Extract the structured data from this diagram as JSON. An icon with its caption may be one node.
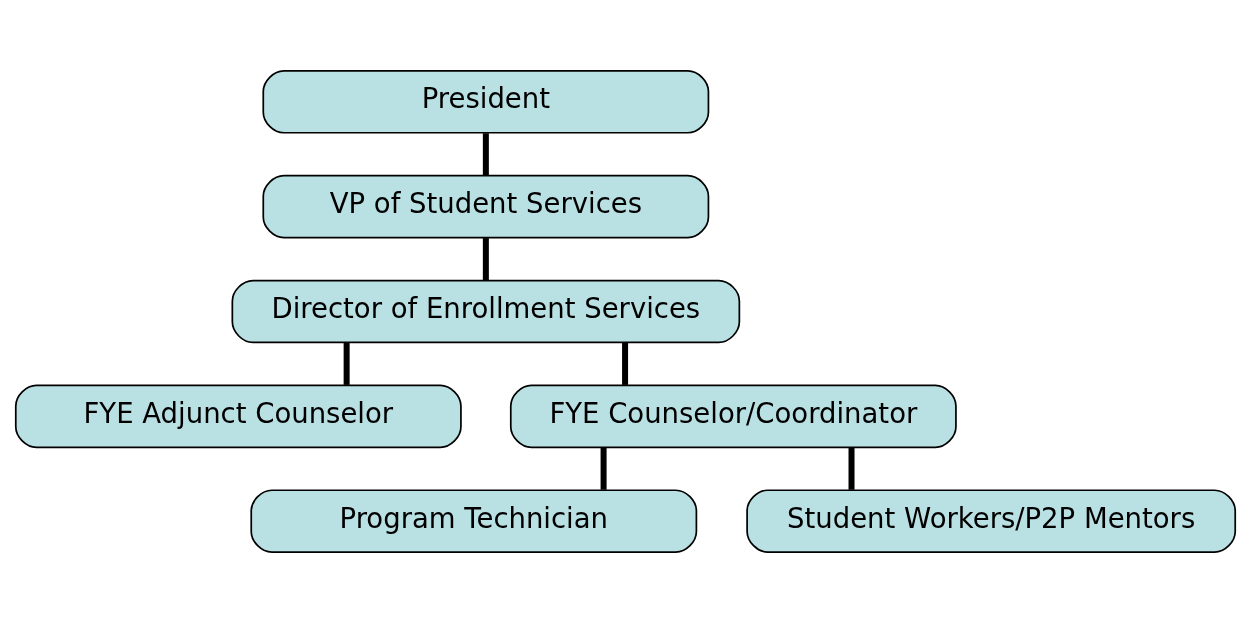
{
  "diagram": {
    "nodes": [
      {
        "text": [
          "President"
        ]
      },
      {
        "text": [
          "VP of Student Services"
        ]
      },
      {
        "text": [
          "Director of Enrollment Services"
        ]
      },
      {
        "text": [
          "FYE Adjunct Counselor"
        ]
      },
      {
        "text": [
          "FYE Counselor/Coordinator"
        ]
      },
      {
        "text": [
          "Program Technician"
        ]
      },
      {
        "text": [
          "Student Workers/P2P Mentors"
        ]
      }
    ],
    "edges": [
      {
        "from": 0,
        "to": 1,
        "arrow": "none"
      },
      {
        "from": 1,
        "to": 2,
        "arrow": "none"
      },
      {
        "from": 2,
        "to": 3,
        "arrow": "none"
      },
      {
        "from": 2,
        "to": 4,
        "arrow": "none"
      },
      {
        "from": 4,
        "to": 5,
        "arrow": "none"
      },
      {
        "from": 4,
        "to": 6,
        "arrow": "none"
      }
    ]
  }
}
